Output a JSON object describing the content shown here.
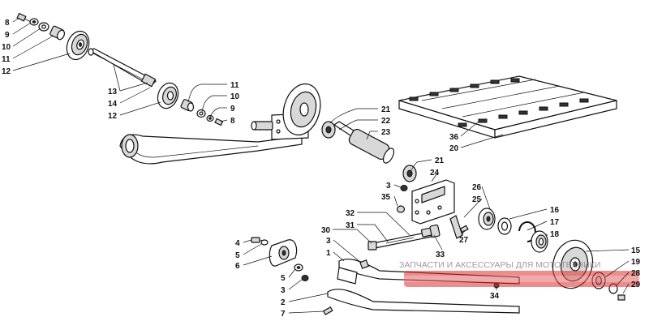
{
  "callouts": {
    "c8a": "8",
    "c9a": "9",
    "c10a": "10",
    "c11a": "11",
    "c12a": "12",
    "c13": "13",
    "c14": "14",
    "c12b": "12",
    "c11b": "11",
    "c10b": "10",
    "c9b": "9",
    "c8b": "8",
    "c21a": "21",
    "c22": "22",
    "c23": "23",
    "c21b": "21",
    "c24": "24",
    "c36": "36",
    "c20": "20",
    "c3a": "3",
    "c35": "35",
    "c26": "26",
    "c25": "25",
    "c32": "32",
    "c31": "31",
    "c30": "30",
    "c27": "27",
    "c33": "33",
    "c16": "16",
    "c17": "17",
    "c18": "18",
    "c4": "4",
    "c5a": "5",
    "c6": "6",
    "c5b": "5",
    "c3b": "3",
    "c3c": "3",
    "c1": "1",
    "c2": "2",
    "c7": "7",
    "c34": "34",
    "c15": "15",
    "c19": "19",
    "c28": "28",
    "c29": "29"
  },
  "watermark": {
    "text": "ЗАПЧАСТИ И АКСЕССУАРЫ ДЛЯ МОТОТЕХНИКИ",
    "logo_color": "#e03030"
  }
}
